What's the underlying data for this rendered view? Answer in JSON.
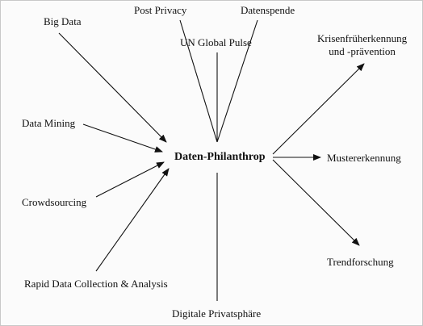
{
  "diagram": {
    "center": "Daten-Philanthrop",
    "inputs": {
      "big_data": "Big Data",
      "post_privacy": "Post Privacy",
      "datenspende": "Datenspende",
      "un_global_pulse": "UN Global Pulse",
      "data_mining": "Data Mining",
      "crowdsourcing": "Crowdsourcing",
      "rapid_data": "Rapid Data Collection & Analysis",
      "privatsphaere": "Digitale Privatsphäre"
    },
    "outputs": {
      "krisen_line1": "Krisenfrüherkennung",
      "krisen_line2": "und -prävention",
      "muster": "Mustererkennung",
      "trend": "Trendforschung"
    },
    "colors": {
      "line": "#111111",
      "text": "#111111",
      "background": "#fbfbfb"
    }
  }
}
